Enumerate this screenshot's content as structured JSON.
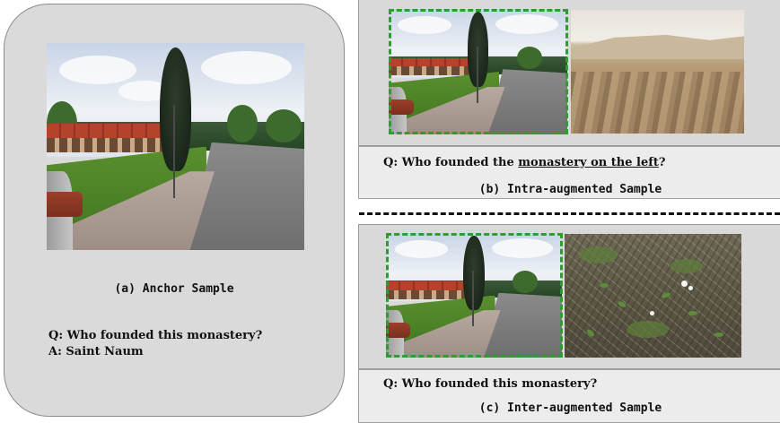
{
  "anchor": {
    "caption": "(a) Anchor Sample",
    "question": "Q: Who founded this monastery?",
    "answer": "A: Saint Naum"
  },
  "intra": {
    "question_prefix": "Q: Who founded the ",
    "question_underlined": "monastery on the left",
    "question_suffix": "?",
    "caption": "(b) Intra-augmented Sample"
  },
  "inter": {
    "question": "Q: Who founded this monastery?",
    "caption": "(c) Inter-augmented Sample"
  },
  "colors": {
    "panel_gray": "#dadada",
    "dash_green": "#2e9c2e",
    "separator": "#111111"
  }
}
